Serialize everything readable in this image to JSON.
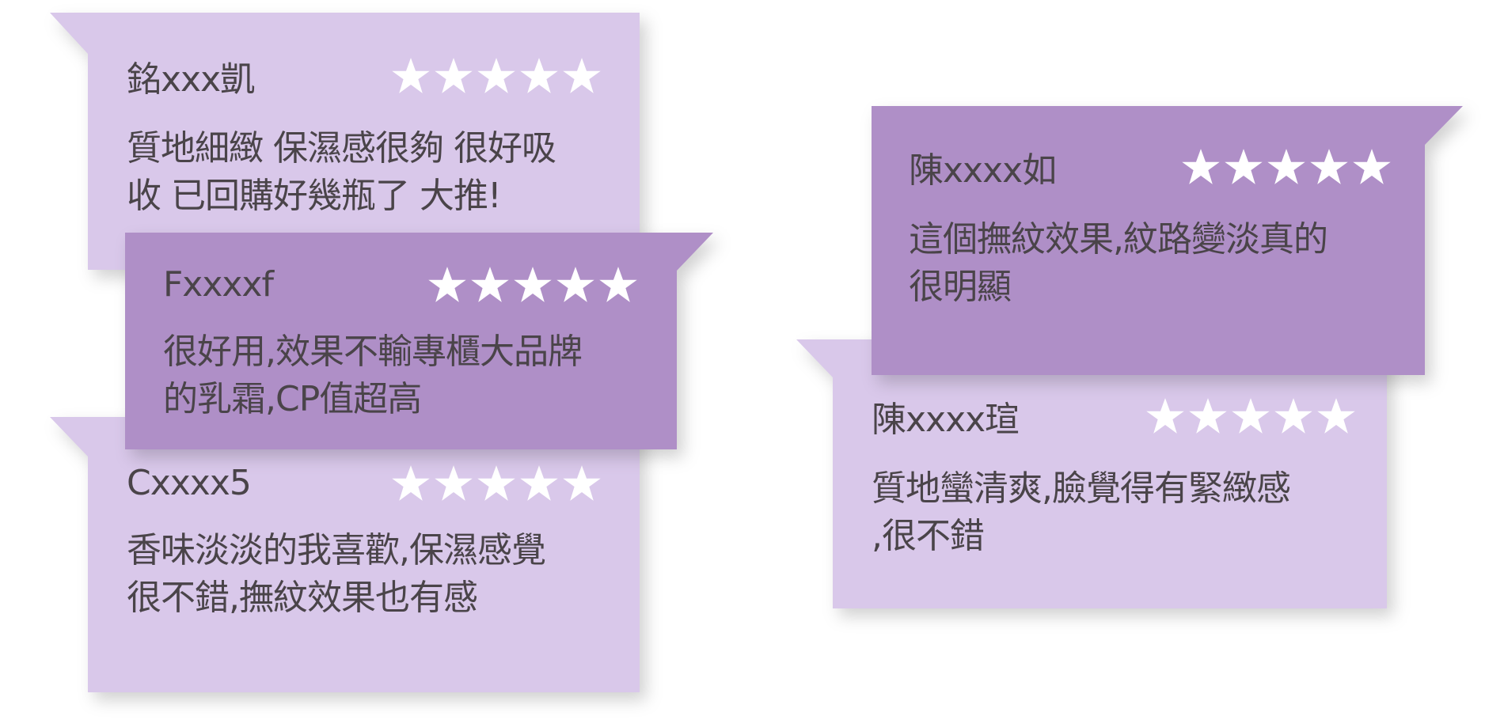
{
  "colors": {
    "light_card": "#d9c8ea",
    "dark_card": "#af8fc7",
    "text": "#4a4449",
    "star": "#ffffff"
  },
  "reviews": [
    {
      "name": "銘xxx凱",
      "stars": 5,
      "text_lines": [
        "質地細緻 保濕感很夠 很好吸",
        "收 已回購好幾瓶了 大推!"
      ],
      "style": "light"
    },
    {
      "name": "Fxxxxf",
      "stars": 5,
      "text_lines": [
        "很好用,效果不輸專櫃大品牌",
        "的乳霜,CP值超高"
      ],
      "style": "dark"
    },
    {
      "name": "Cxxxx5",
      "stars": 5,
      "text_lines": [
        "香味淡淡的我喜歡,保濕感覺",
        "很不錯,撫紋效果也有感"
      ],
      "style": "light"
    },
    {
      "name": "陳xxxx如",
      "stars": 5,
      "text_lines": [
        "這個撫紋效果,紋路變淡真的",
        "很明顯"
      ],
      "style": "dark"
    },
    {
      "name": "陳xxxx瑄",
      "stars": 5,
      "text_lines": [
        "質地蠻清爽,臉覺得有緊緻感",
        ",很不錯"
      ],
      "style": "light"
    }
  ],
  "icons": {
    "star": "star-icon"
  }
}
